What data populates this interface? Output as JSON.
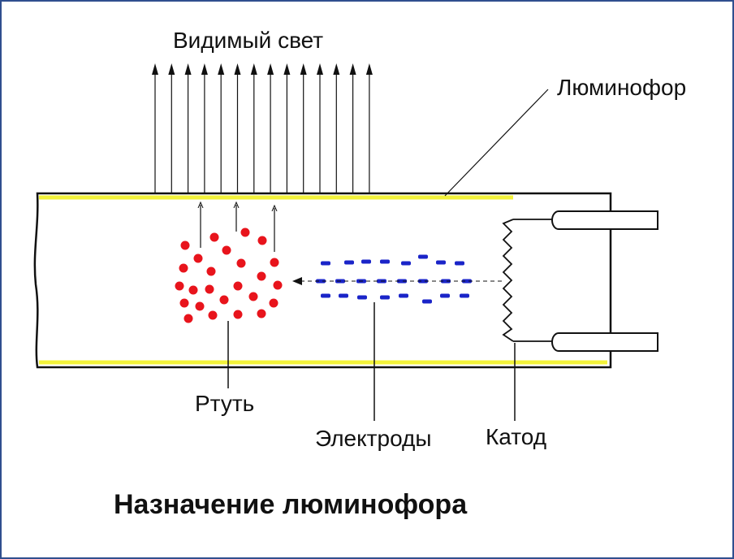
{
  "labels": {
    "visible_light": "Видимый свет",
    "phosphor": "Люминофор",
    "mercury": "Ртуть",
    "electrons": "Электроды",
    "cathode": "Катод"
  },
  "title": "Назначение люминофора",
  "colors": {
    "border": "#2f4f8f",
    "phosphor": "#f2f23a",
    "mercury": "#e8141c",
    "electrons": "#1a24c8",
    "line": "#111111"
  }
}
